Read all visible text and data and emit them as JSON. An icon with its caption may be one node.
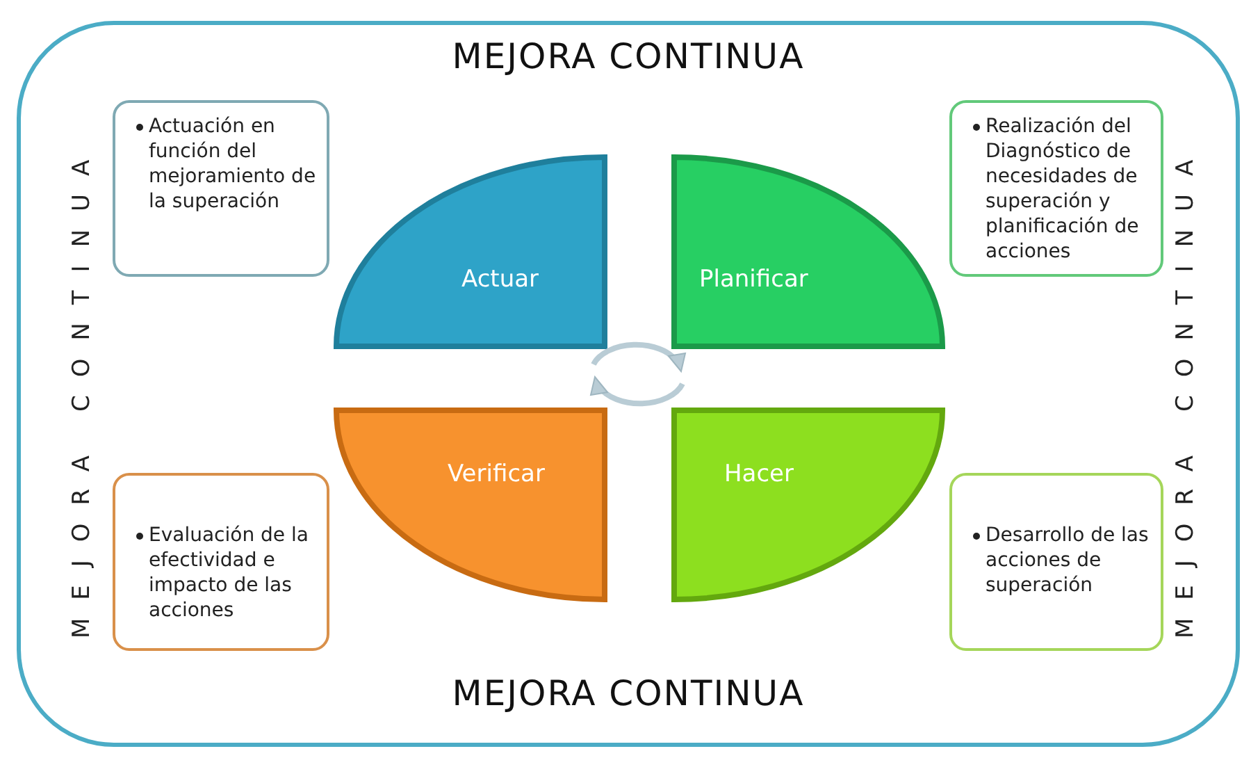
{
  "diagram": {
    "nodes": [
      {
        "text": [
          "MEJORA  CONTINUA",
          "MEJORA  CONTINUA",
          "MEJORA  CONTINUA",
          "MEJORA  CONTINUA"
        ]
      },
      {
        "text": [
          "Actuación en función del mejoramiento de la superación"
        ],
        "in": 0
      },
      {
        "text": [
          "Actuar"
        ],
        "in": 0
      },
      {
        "text": [
          "Planificar"
        ],
        "in": 0
      },
      {
        "text": [
          "Realización del Diagnóstico de necesidades de superación y planificación de acciones"
        ],
        "in": 0
      },
      {
        "text": [
          "Verificar"
        ],
        "in": 0
      },
      {
        "text": [
          "Hacer"
        ],
        "in": 0
      },
      {
        "text": [
          "Evaluación de la efectividad e impacto de las acciones"
        ],
        "in": 0
      },
      {
        "text": [
          "Desarrollo de las acciones de superación"
        ],
        "in": 0
      }
    ],
    "edges": []
  }
}
